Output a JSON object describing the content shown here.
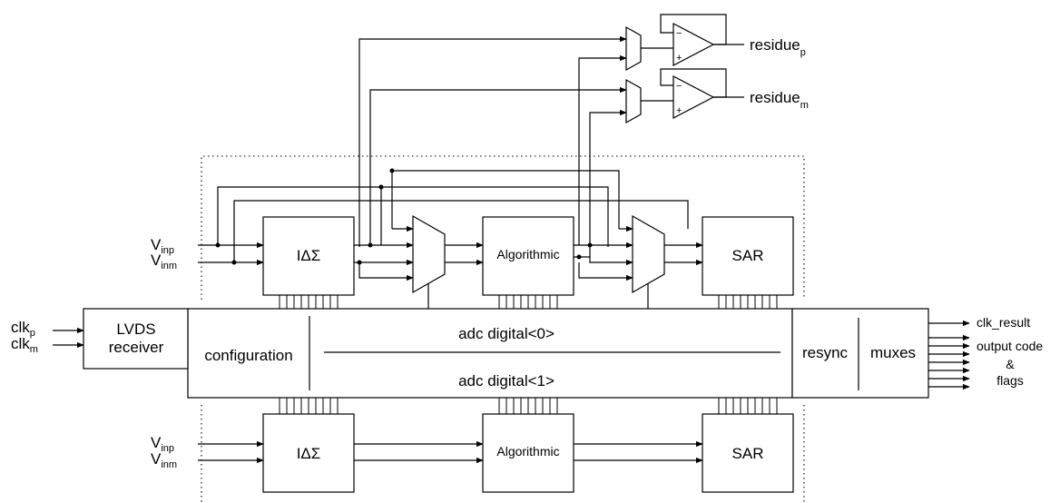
{
  "blocks": {
    "lvds": [
      "LVDS",
      "receiver"
    ],
    "configuration": "configuration",
    "adc_digital_0": "adc digital<0>",
    "adc_digital_1": "adc digital<1>",
    "resync": "resync",
    "muxes": "muxes",
    "ids": "IΔΣ",
    "algorithmic": "Algorithmic",
    "sar": "SAR"
  },
  "inputs": {
    "clk_p": {
      "base": "clk",
      "sub": "p"
    },
    "clk_m": {
      "base": "clk",
      "sub": "m"
    },
    "v_inp": {
      "base": "V",
      "sub": "inp"
    },
    "v_inm": {
      "base": "V",
      "sub": "inm"
    }
  },
  "outputs": {
    "residue_p": {
      "base": "residue",
      "sub": "p"
    },
    "residue_m": {
      "base": "residue",
      "sub": "m"
    },
    "clk_result": "clk_result",
    "output_code": [
      "output code",
      "&",
      "flags"
    ]
  },
  "opamp_signs": {
    "minus": "−",
    "plus": "+"
  }
}
